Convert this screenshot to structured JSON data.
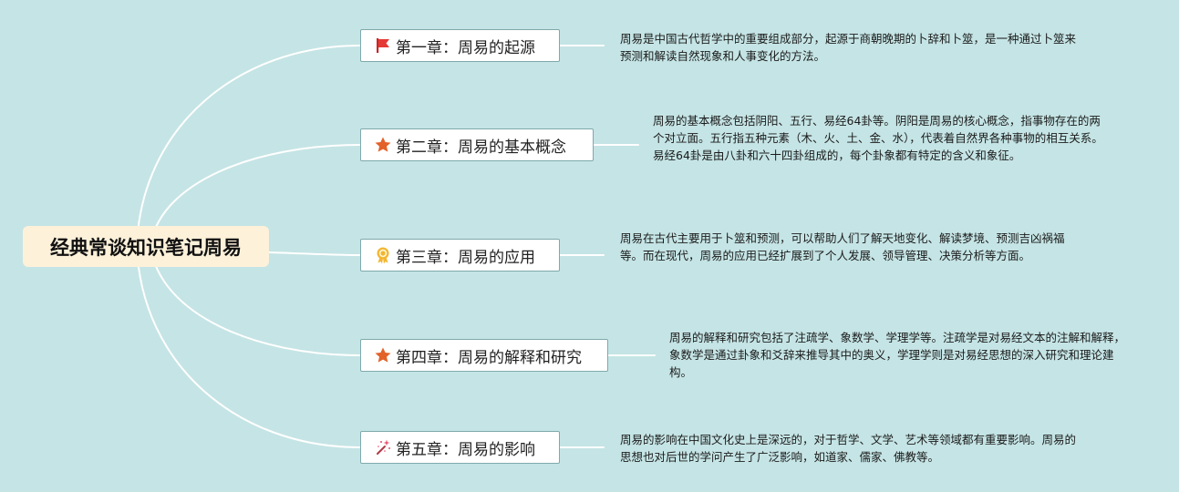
{
  "colors": {
    "background": "#c5e4e5",
    "root_fill": "#fdf1da",
    "node_border": "#7fa9ab",
    "connector": "#ffffff",
    "flag": "#e53935",
    "star": "#e2622a",
    "medal": "#f2b632"
  },
  "root": {
    "title": "经典常谈知识笔记周易"
  },
  "chapters": [
    {
      "title": "第一章：周易的起源",
      "icon": "red-flag-icon",
      "description": "周易是中国古代哲学中的重要组成部分，起源于商朝晚期的卜辞和卜筮，是一种通过卜筮来预测和解读自然现象和人事变化的方法。"
    },
    {
      "title": "第二章：周易的基本概念",
      "icon": "star-icon",
      "description": "周易的基本概念包括阴阳、五行、易经64卦等。阴阳是周易的核心概念，指事物存在的两个对立面。五行指五种元素（木、火、土、金、水），代表着自然界各种事物的相互关系。易经64卦是由八卦和六十四卦组成的，每个卦象都有特定的含义和象征。"
    },
    {
      "title": "第三章：周易的应用",
      "icon": "medal-icon",
      "description": "周易在古代主要用于卜筮和预测，可以帮助人们了解天地变化、解读梦境、预测吉凶祸福等。而在现代，周易的应用已经扩展到了个人发展、领导管理、决策分析等方面。"
    },
    {
      "title": "第四章：周易的解释和研究",
      "icon": "star-icon",
      "description": "周易的解释和研究包括了注疏学、象数学、学理学等。注疏学是对易经文本的注解和解释，象数学是通过卦象和爻辞来推导其中的奥义，学理学则是对易经思想的深入研究和理论建构。"
    },
    {
      "title": "第五章：周易的影响",
      "icon": "sparkle-wand-icon",
      "description": "周易的影响在中国文化史上是深远的，对于哲学、文学、艺术等领域都有重要影响。周易的思想也对后世的学问产生了广泛影响，如道家、儒家、佛教等。"
    }
  ]
}
